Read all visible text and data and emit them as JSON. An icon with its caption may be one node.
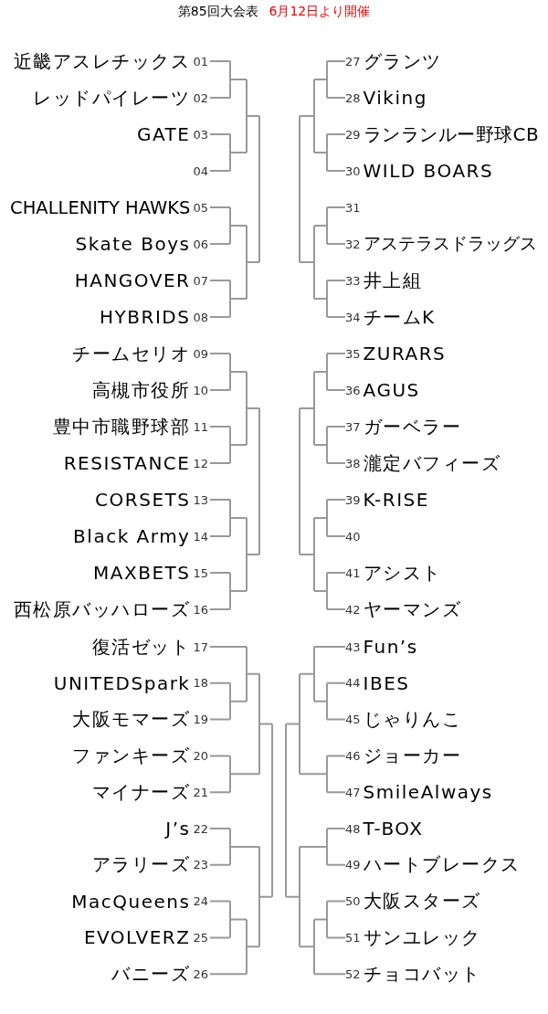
{
  "diagram": {
    "title": "第85回大会表",
    "nodes": [
      {
        "text": [
          "近畿アスレチックス",
          "01"
        ]
      },
      {
        "text": [
          "レッドパイレーツ",
          "02"
        ]
      },
      {
        "text": [
          "GATE",
          "03"
        ]
      },
      {
        "text": [
          "04"
        ]
      },
      {
        "text": [
          "CHALLENITY HAWKS",
          "05"
        ]
      },
      {
        "text": [
          "Skate Boys",
          "06"
        ]
      },
      {
        "text": [
          "HANGOVER",
          "07"
        ]
      },
      {
        "text": [
          "HYBRIDS",
          "08"
        ]
      },
      {
        "text": [
          "チームセリオ",
          "09"
        ]
      },
      {
        "text": [
          "高槻市役所",
          "10"
        ]
      },
      {
        "text": [
          "豊中市職野球部",
          "11"
        ]
      },
      {
        "text": [
          "RESISTANCE",
          "12"
        ]
      },
      {
        "text": [
          "CORSETS",
          "13"
        ]
      },
      {
        "text": [
          "Black Army",
          "14"
        ]
      },
      {
        "text": [
          "MAXBETS",
          "15"
        ]
      },
      {
        "text": [
          "西松原バッハローズ",
          "16"
        ]
      },
      {
        "text": [
          "復活ゼット",
          "17"
        ]
      },
      {
        "text": [
          "UNITEDSpark",
          "18"
        ]
      },
      {
        "text": [
          "大阪モマーズ",
          "19"
        ]
      },
      {
        "text": [
          "ファンキーズ",
          "20"
        ]
      },
      {
        "text": [
          "マイナーズ",
          "21"
        ]
      },
      {
        "text": [
          "J’s",
          "22"
        ]
      },
      {
        "text": [
          "アラリーズ",
          "23"
        ]
      },
      {
        "text": [
          "MacQueens",
          "24"
        ]
      },
      {
        "text": [
          "EVOLVERZ",
          "25"
        ]
      },
      {
        "text": [
          "バニーズ",
          "26"
        ]
      },
      {
        "text": [
          "27",
          "グランツ"
        ]
      },
      {
        "text": [
          "28",
          "Viking"
        ]
      },
      {
        "text": [
          "29",
          "ランランルー野球CB"
        ]
      },
      {
        "text": [
          "30",
          "WILD BOARS"
        ]
      },
      {
        "text": [
          "31"
        ]
      },
      {
        "text": [
          "32",
          "アステラスドラッグス"
        ]
      },
      {
        "text": [
          "33",
          "井上組"
        ]
      },
      {
        "text": [
          "34",
          "チームK"
        ]
      },
      {
        "text": [
          "35",
          "ZURARS"
        ]
      },
      {
        "text": [
          "36",
          "AGUS"
        ]
      },
      {
        "text": [
          "37",
          "ガーベラー"
        ]
      },
      {
        "text": [
          "38",
          "瀧定バフィーズ"
        ]
      },
      {
        "text": [
          "39",
          "K-RISE"
        ]
      },
      {
        "text": [
          "40"
        ]
      },
      {
        "text": [
          "41",
          "アシスト"
        ]
      },
      {
        "text": [
          "42",
          "ヤーマンズ"
        ]
      },
      {
        "text": [
          "43",
          "Fun’s"
        ]
      },
      {
        "text": [
          "44",
          "IBES"
        ]
      },
      {
        "text": [
          "45",
          "じゃりんこ"
        ]
      },
      {
        "text": [
          "46",
          "ジョーカー"
        ]
      },
      {
        "text": [
          "47",
          "SmileAlways"
        ]
      },
      {
        "text": [
          "48",
          "T-BOX"
        ]
      },
      {
        "text": [
          "49",
          "ハートブレークス"
        ]
      },
      {
        "text": [
          "50",
          "大阪スターズ"
        ]
      },
      {
        "text": [
          "51",
          "サンユレック"
        ]
      },
      {
        "text": [
          "52",
          "チョコバット"
        ]
      }
    ],
    "labels": [
      "6月12日より開催"
    ]
  }
}
